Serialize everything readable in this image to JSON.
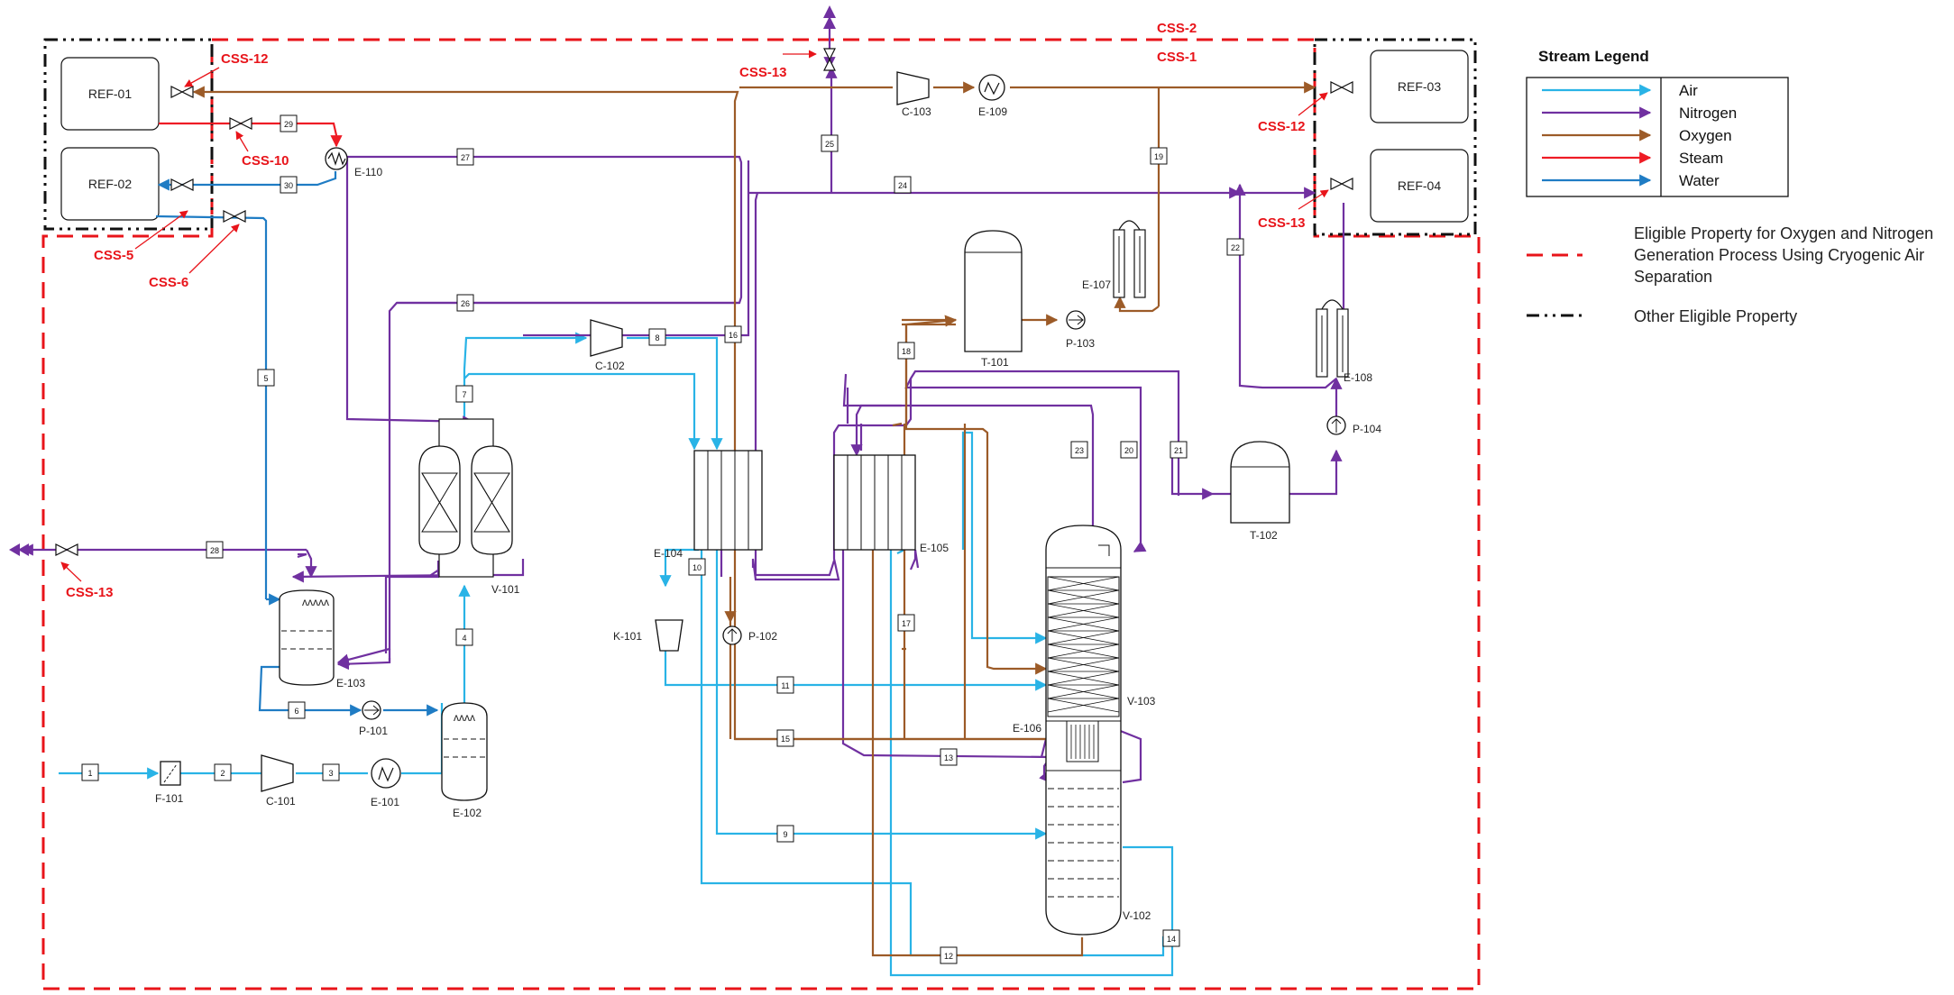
{
  "legend": {
    "title": "Stream Legend",
    "items": [
      {
        "label": "Air",
        "color": "#29b3e6"
      },
      {
        "label": "Nitrogen",
        "color": "#7030a0"
      },
      {
        "label": "Oxygen",
        "color": "#9c5b28"
      },
      {
        "label": "Steam",
        "color": "#ee1c25"
      },
      {
        "label": "Water",
        "color": "#1f7cc4"
      }
    ],
    "eligible_label": "Eligible Property for Oxygen and Nitrogen Generation Process Using Cryogenic Air Separation",
    "other_label": "Other Eligible Property"
  },
  "css_labels": [
    "CSS-1",
    "CSS-2",
    "CSS-5",
    "CSS-6",
    "CSS-10",
    "CSS-12",
    "CSS-12",
    "CSS-13",
    "CSS-13",
    "CSS-13"
  ],
  "refineries": [
    "REF-01",
    "REF-02",
    "REF-03",
    "REF-04"
  ],
  "equipment": {
    "E110": "E-110",
    "C103": "C-103",
    "E109": "E-109",
    "E107": "E-107",
    "P103": "P-103",
    "T101": "T-101",
    "C102": "C-102",
    "E104": "E-104",
    "E105": "E-105",
    "V101": "V-101",
    "K101": "K-101",
    "P102": "P-102",
    "E103": "E-103",
    "P101": "P-101",
    "F101": "F-101",
    "C101": "C-101",
    "E101": "E-101",
    "E102": "E-102",
    "E108": "E-108",
    "P104": "P-104",
    "T102": "T-102",
    "V103": "V-103",
    "E106": "E-106",
    "V102": "V-102"
  },
  "streams": [
    "1",
    "2",
    "3",
    "4",
    "5",
    "6",
    "7",
    "8",
    "9",
    "10",
    "11",
    "12",
    "13",
    "14",
    "15",
    "16",
    "17",
    "18",
    "19",
    "20",
    "21",
    "22",
    "23",
    "24",
    "25",
    "26",
    "27",
    "28",
    "29",
    "30"
  ]
}
